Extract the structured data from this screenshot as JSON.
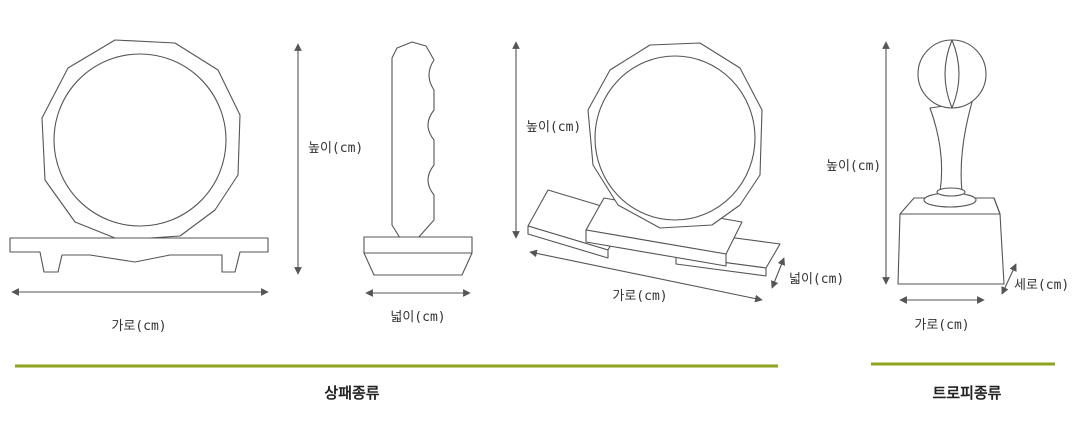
{
  "labels": {
    "height": "높이(cm)",
    "width": "가로(cm)",
    "depth": "넓이(cm)",
    "length": "세로(cm)"
  },
  "categories": {
    "plaque": "상패종류",
    "trophy": "트로피종류"
  },
  "colors": {
    "accent": "#8fa31e",
    "line": "#555555",
    "text": "#333333"
  }
}
